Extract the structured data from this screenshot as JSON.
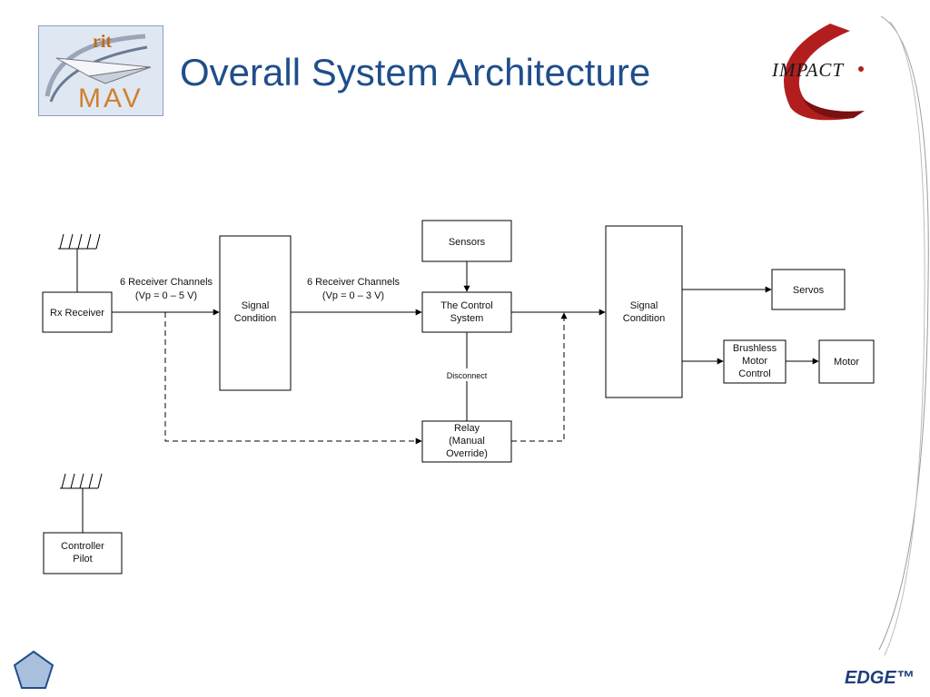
{
  "slide": {
    "title": "Overall System Architecture",
    "footer_mark": "EDGE™"
  },
  "logos": {
    "left": {
      "top_text": "rit",
      "bottom_text": "MAV"
    },
    "right": {
      "text": "IMPACT"
    }
  },
  "diagram": {
    "nodes": {
      "rx_receiver": "Rx Receiver",
      "signal_condition_1": [
        "Signal",
        "Condition"
      ],
      "control_system": [
        "The Control",
        "System"
      ],
      "sensors": "Sensors",
      "signal_condition_2": [
        "Signal",
        "Condition"
      ],
      "servos": "Servos",
      "brushless": [
        "Brushless",
        "Motor",
        "Control"
      ],
      "motor": "Motor",
      "relay": [
        "Relay",
        "(Manual",
        "Override)"
      ],
      "controller_pilot": [
        "Controller",
        "Pilot"
      ]
    },
    "edge_labels": {
      "channels_1": [
        "6 Receiver Channels",
        "(Vp = 0 – 5 V)"
      ],
      "channels_2": [
        "6 Receiver Channels",
        "(Vp = 0 – 3 V)"
      ],
      "disconnect": "Disconnect"
    }
  },
  "colors": {
    "title": "#1f4e8c",
    "line": "#000000",
    "pentagon_fill": "#a9bfdc",
    "pentagon_stroke": "#1f4e8c",
    "impact_red": "#b21e1e"
  }
}
